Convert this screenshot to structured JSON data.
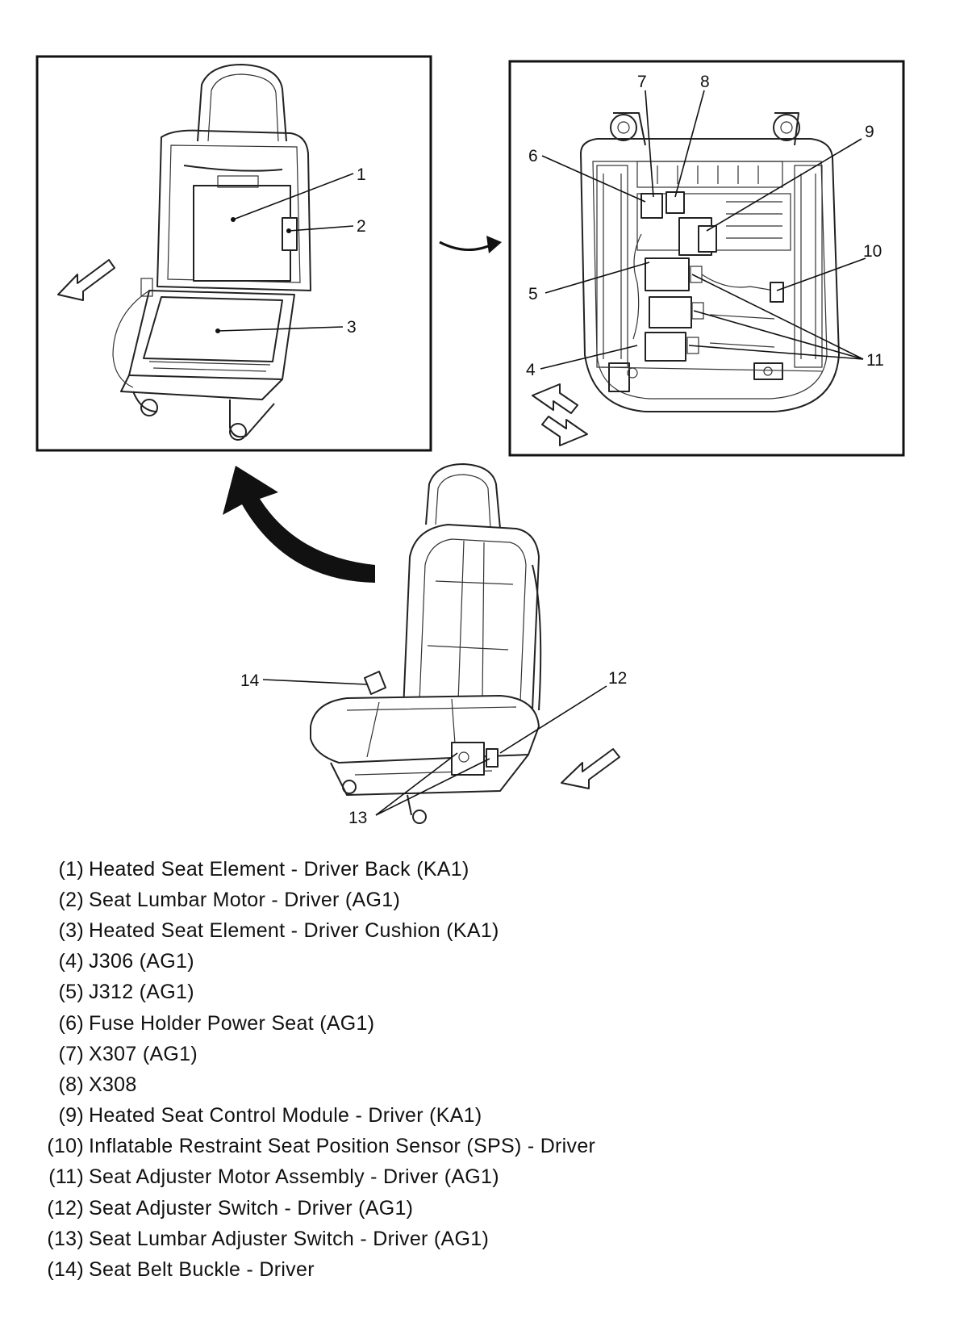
{
  "callouts": {
    "c1": "1",
    "c2": "2",
    "c3": "3",
    "c4": "4",
    "c5": "5",
    "c6": "6",
    "c7": "7",
    "c8": "8",
    "c9": "9",
    "c10": "10",
    "c11": "11",
    "c12": "12",
    "c13": "13",
    "c14": "14"
  },
  "legend": [
    {
      "num": "(1)",
      "text": "Heated Seat Element - Driver Back (KA1)"
    },
    {
      "num": "(2)",
      "text": "Seat Lumbar Motor - Driver (AG1)"
    },
    {
      "num": "(3)",
      "text": "Heated Seat Element - Driver Cushion (KA1)"
    },
    {
      "num": "(4)",
      "text": "J306 (AG1)"
    },
    {
      "num": "(5)",
      "text": "J312 (AG1)"
    },
    {
      "num": "(6)",
      "text": "Fuse Holder Power Seat (AG1)"
    },
    {
      "num": "(7)",
      "text": "X307 (AG1)"
    },
    {
      "num": "(8)",
      "text": "X308"
    },
    {
      "num": "(9)",
      "text": "Heated Seat Control Module - Driver (KA1)"
    },
    {
      "num": "(10)",
      "text": "Inflatable Restraint Seat Position Sensor (SPS) - Driver"
    },
    {
      "num": "(11)",
      "text": "Seat Adjuster Motor Assembly - Driver (AG1)"
    },
    {
      "num": "(12)",
      "text": "Seat Adjuster Switch - Driver (AG1)"
    },
    {
      "num": "(13)",
      "text": "Seat Lumbar Adjuster Switch - Driver (AG1)"
    },
    {
      "num": "(14)",
      "text": "Seat Belt Buckle - Driver"
    }
  ]
}
